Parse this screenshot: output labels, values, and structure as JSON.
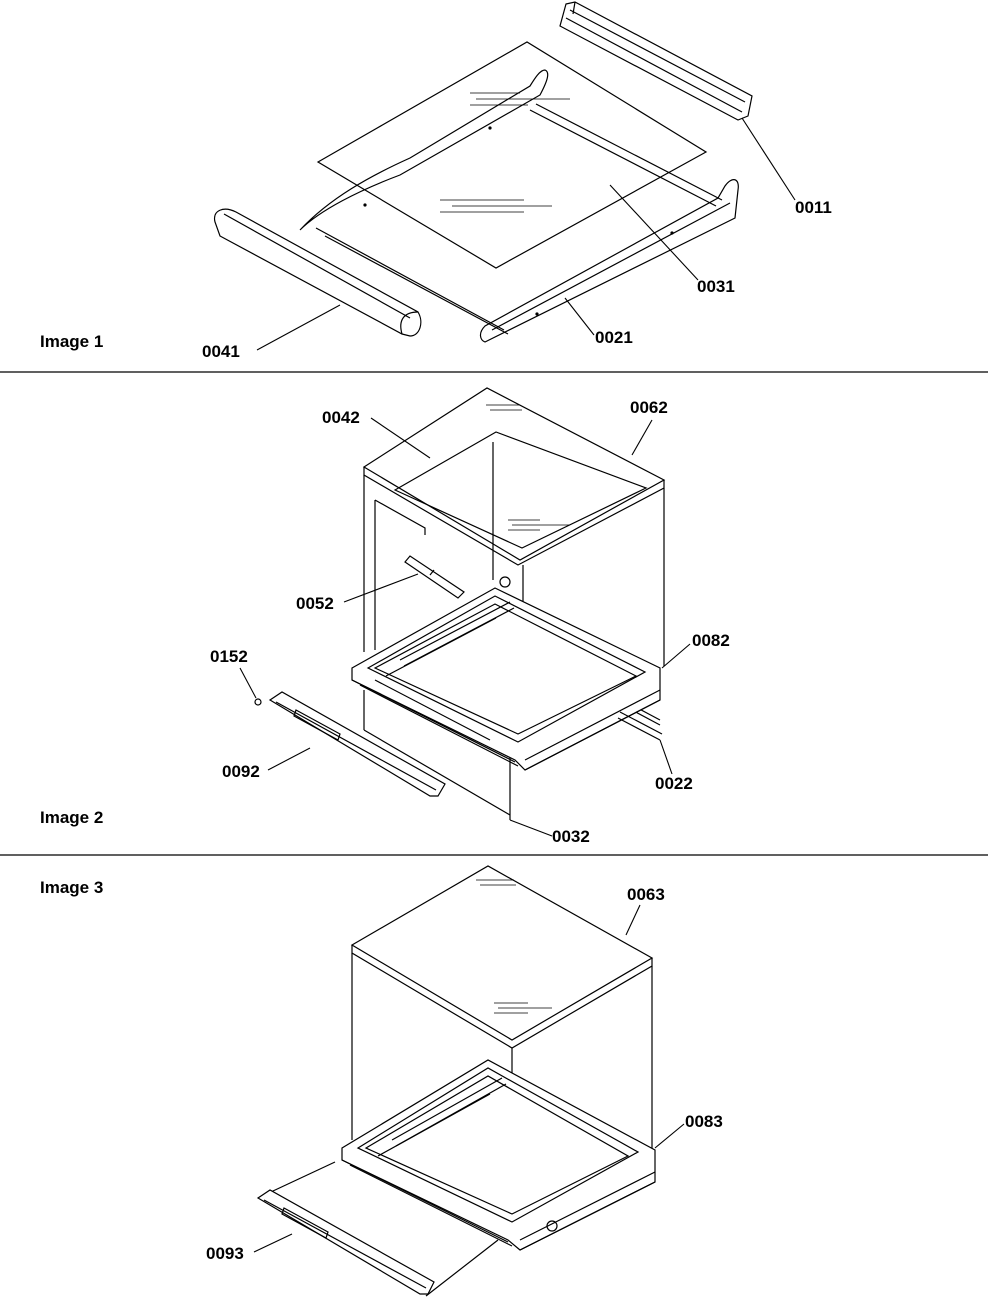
{
  "panels": [
    {
      "title": "Image 1",
      "callouts": [
        "0011",
        "0031",
        "0021",
        "0041"
      ]
    },
    {
      "title": "Image 2",
      "callouts": [
        "0042",
        "0062",
        "0052",
        "0082",
        "0152",
        "0092",
        "0022",
        "0032"
      ]
    },
    {
      "title": "Image 3",
      "callouts": [
        "0063",
        "0083",
        "0093"
      ]
    }
  ],
  "colors": {
    "line": "#000000",
    "background": "#ffffff"
  }
}
